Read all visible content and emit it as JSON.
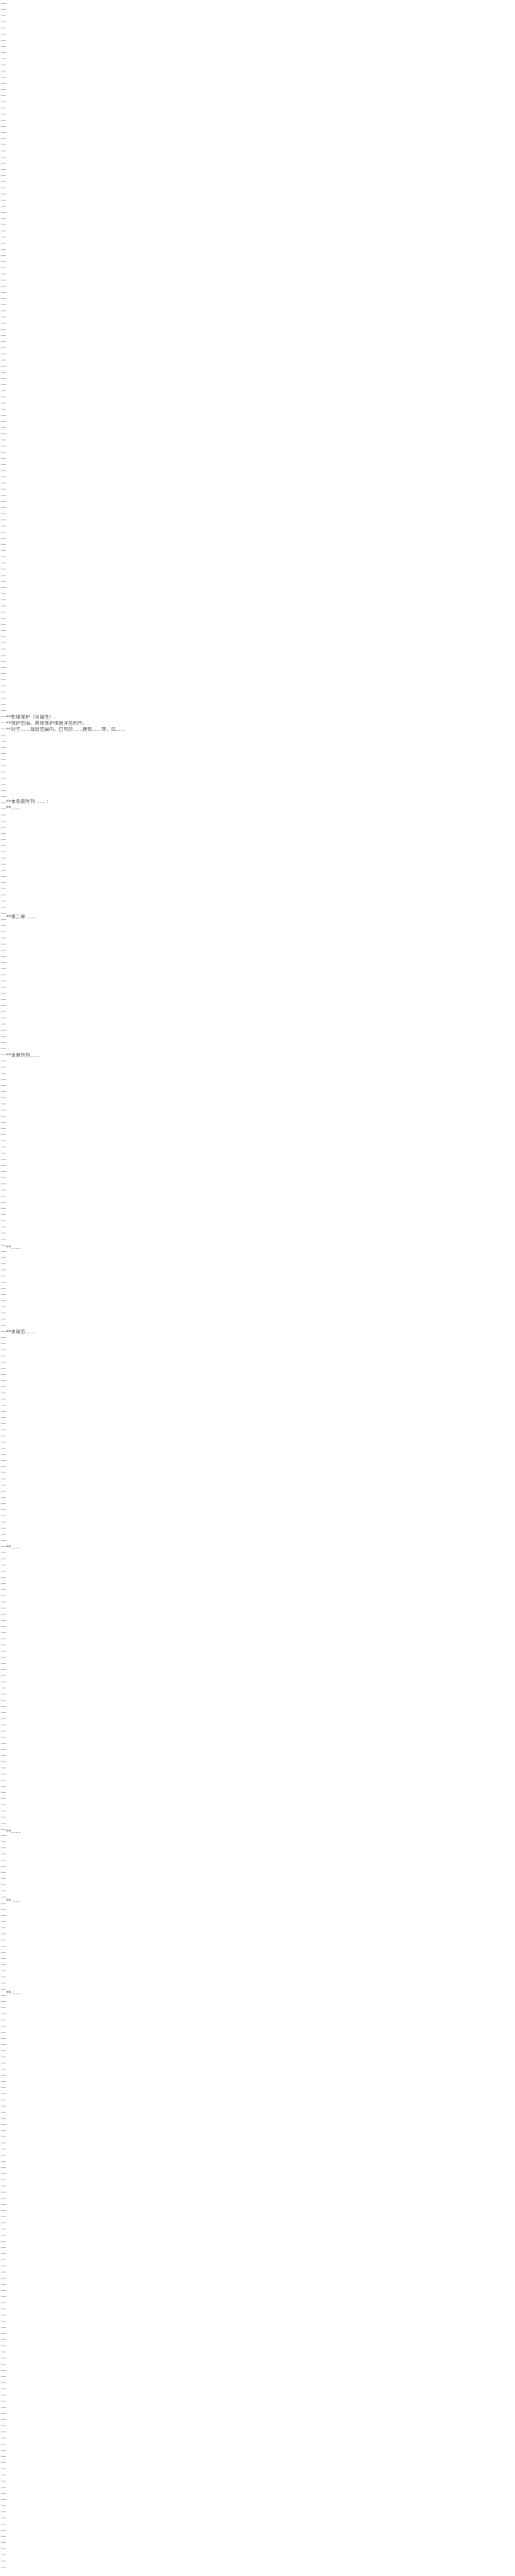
{
  "document": {
    "blocks": [
      {
        "id": "b1",
        "lines": [
          "**新增保护（含属性）.",
          "  **保护范围，具体保护措施详见附件。",
          "  **对于……规划范围内，已有的……建筑……等，应……"
        ]
      },
      {
        "id": "b2",
        "lines": [
          "**本条款所列 ……：",
          "  **……"
        ]
      },
      {
        "id": "b3",
        "lines": [
          "**第二章 ……"
        ]
      },
      {
        "id": "b4",
        "lines": [
          "**本章所列……"
        ]
      },
      {
        "id": "b5",
        "lines": [
          "**……"
        ]
      },
      {
        "id": "b6",
        "lines": [
          "**本规范……"
        ]
      },
      {
        "id": "b7",
        "lines": [
          "**……"
        ]
      },
      {
        "id": "b8",
        "lines": [
          "**……"
        ]
      },
      {
        "id": "b9",
        "lines": [
          "**……"
        ]
      },
      {
        "id": "b10",
        "lines": [
          "**……"
        ]
      }
    ]
  }
}
